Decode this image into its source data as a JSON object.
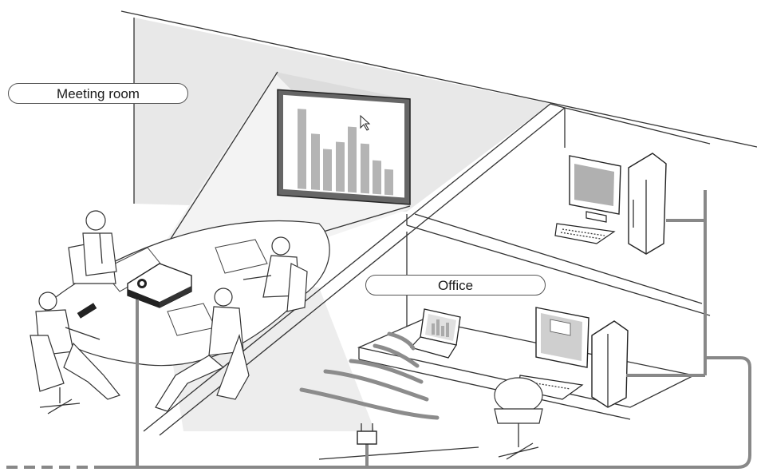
{
  "labels": {
    "meeting_room": "Meeting room",
    "office": "Office"
  },
  "colors": {
    "line": "#333333",
    "network_cable": "#888888",
    "shade": "#e6e6e6",
    "bars": "#b4b4b4",
    "screen": "#a9a9a9"
  },
  "icons": [
    "projector",
    "projection-screen",
    "bar-chart",
    "mouse-cursor",
    "desktop-computer",
    "laptop",
    "wireless-access-point",
    "wireless-waves",
    "office-chair",
    "person",
    "remote-control"
  ]
}
